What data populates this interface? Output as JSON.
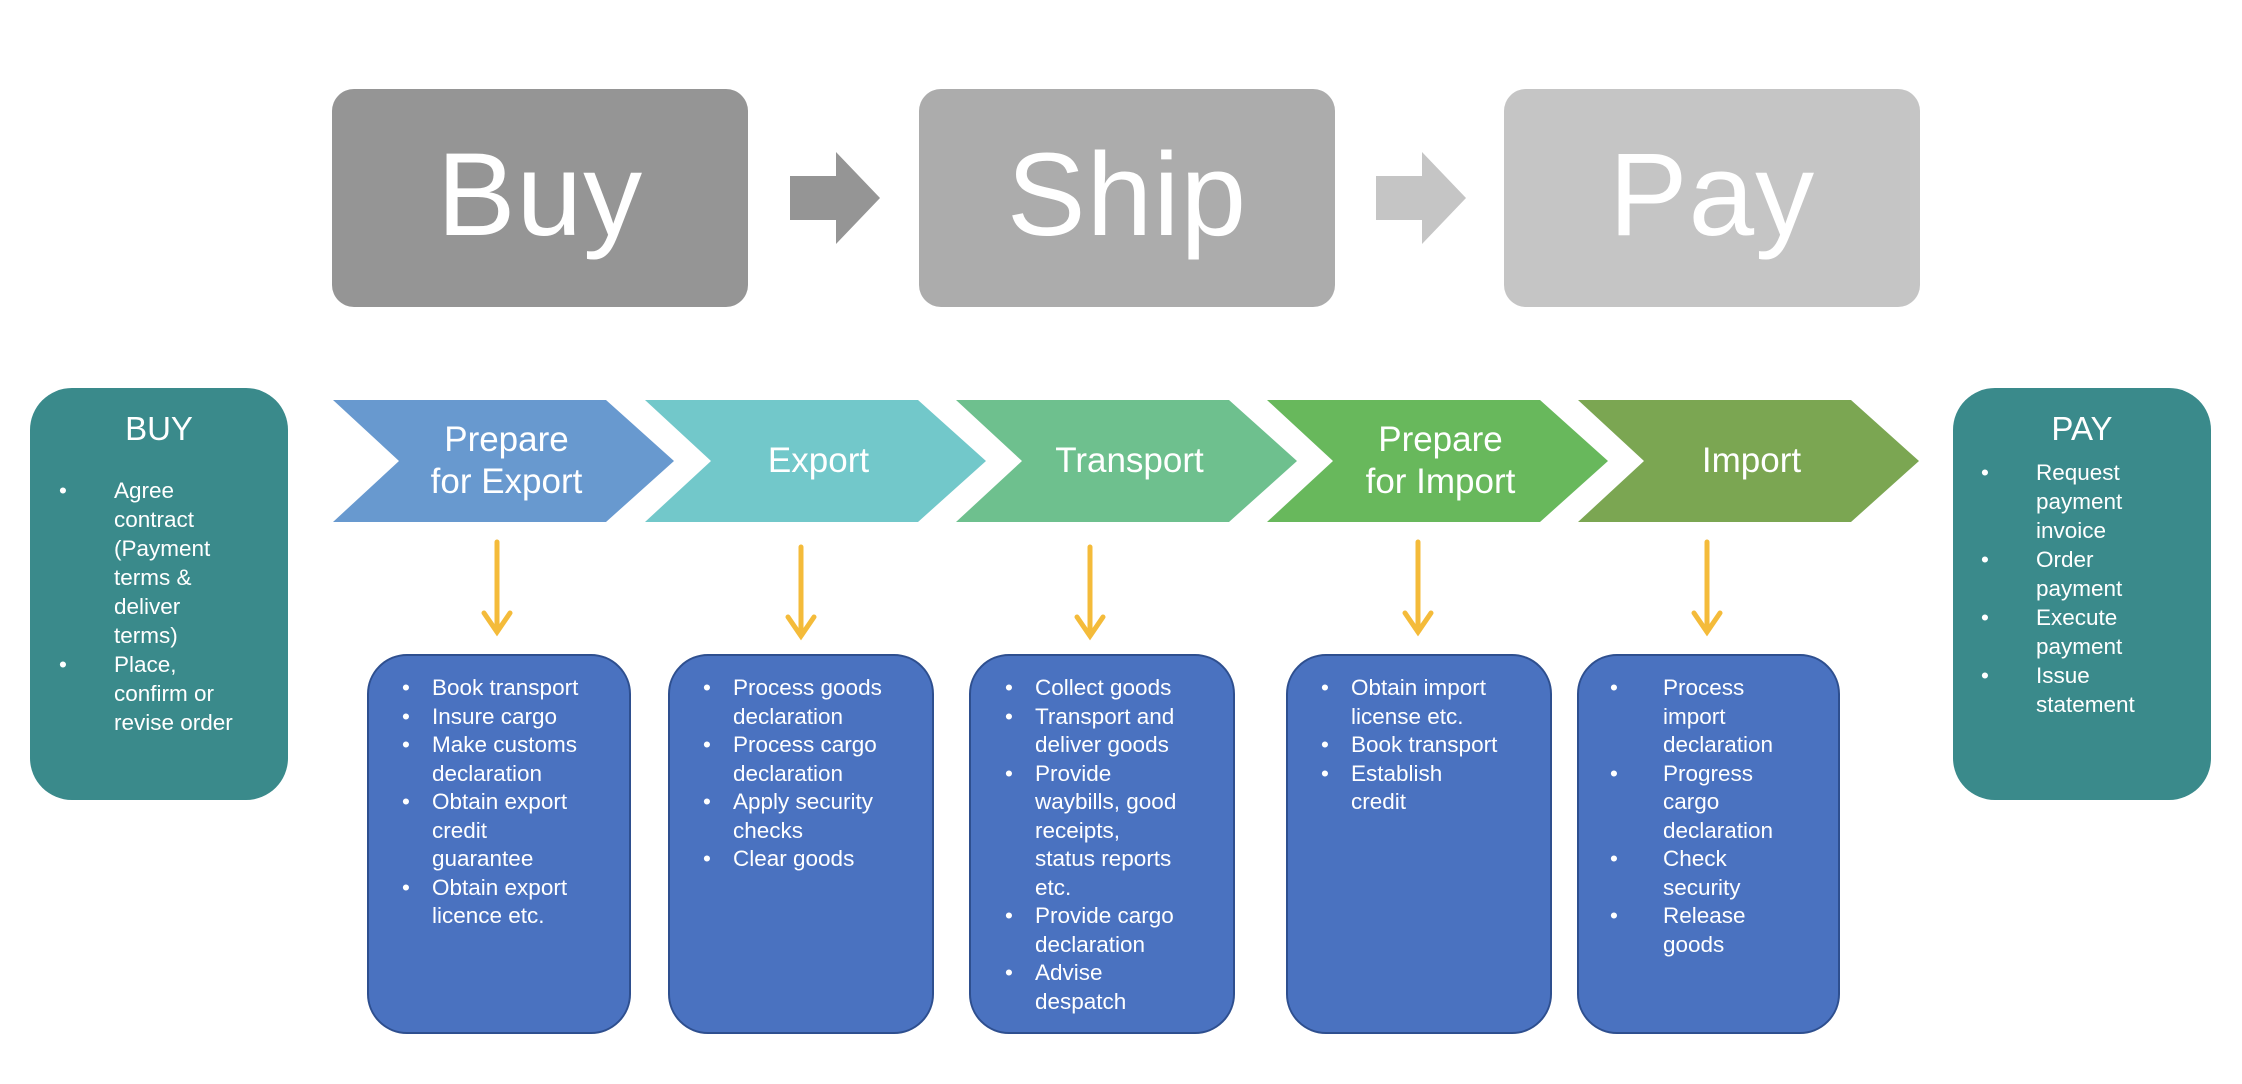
{
  "colors": {
    "buy_box": "#959595",
    "ship_box": "#acacac",
    "pay_box": "#c5c5c5",
    "side_panel": "#3a8a8b",
    "detail_box": "#4a72c0",
    "down_arrow": "#f4bb3a",
    "chevrons": [
      "#6899cf",
      "#72c8ca",
      "#6ec08e",
      "#68b85c",
      "#7ba652"
    ]
  },
  "top_stages": [
    {
      "label": "Buy"
    },
    {
      "label": "Ship"
    },
    {
      "label": "Pay"
    }
  ],
  "buy_panel": {
    "title": "BUY",
    "items": [
      "Agree\ncontract\n(Payment\nterms &\ndeliver\nterms)",
      "Place,\nconfirm or\nrevise order"
    ]
  },
  "pay_panel": {
    "title": "PAY",
    "items": [
      "Request\npayment\ninvoice",
      "Order\npayment",
      "Execute\npayment",
      "Issue\nstatement"
    ]
  },
  "process": [
    {
      "label": "Prepare\nfor Export",
      "items": [
        "Book transport",
        "Insure cargo",
        "Make customs\ndeclaration",
        "Obtain export\ncredit\nguarantee",
        "Obtain export\nlicence etc."
      ]
    },
    {
      "label": "Export",
      "items": [
        "Process goods\ndeclaration",
        "Process cargo\ndeclaration",
        "Apply security\nchecks",
        "Clear goods"
      ]
    },
    {
      "label": "Transport",
      "items": [
        "Collect goods",
        "Transport and\ndeliver goods",
        "Provide\nwaybills, good\nreceipts,\nstatus reports\netc.",
        "Provide cargo\ndeclaration",
        "Advise\ndespatch"
      ]
    },
    {
      "label": "Prepare\nfor Import",
      "items": [
        "Obtain import\nlicense etc.",
        "Book transport",
        "Establish\ncredit"
      ]
    },
    {
      "label": "Import",
      "items": [
        "Process\nimport\ndeclaration",
        "Progress\ncargo\ndeclaration",
        "Check\nsecurity",
        "Release\ngoods"
      ]
    }
  ]
}
